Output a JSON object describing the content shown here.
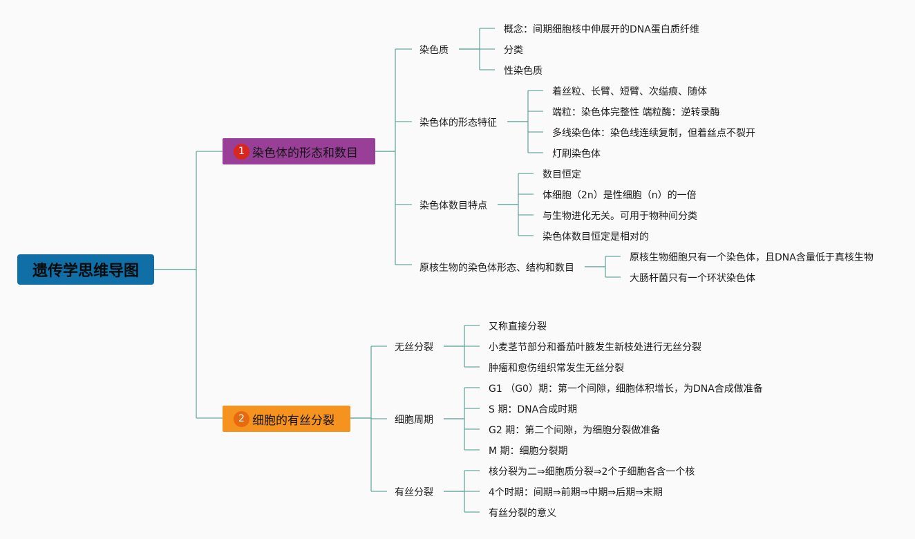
{
  "root": {
    "title": "遗传学思维导图"
  },
  "branch1": {
    "num": "1",
    "title": "染色体的形态和数目",
    "children": [
      {
        "label": "染色质",
        "leaves": [
          "概念：间期细胞核中伸展开的DNA蛋白质纤维",
          "分类",
          "性染色质"
        ]
      },
      {
        "label": "染色体的形态特征",
        "leaves": [
          "着丝粒、长臂、短臂、次缢痕、随体",
          "端粒：染色体完整性 端粒酶：逆转录酶",
          "多线染色体：染色线连续复制，但着丝点不裂开",
          "灯刷染色体"
        ]
      },
      {
        "label": "染色体数目特点",
        "leaves": [
          "数目恒定",
          "体细胞（2n）是性细胞（n）的一倍",
          "与生物进化无关。可用于物种间分类",
          "染色体数目恒定是相对的"
        ]
      },
      {
        "label": "原核生物的染色体形态、结构和数目",
        "leaves": [
          "原核生物细胞只有一个染色体，且DNA含量低于真核生物",
          "大肠杆菌只有一个环状染色体"
        ]
      }
    ]
  },
  "branch2": {
    "num": "2",
    "title": "细胞的有丝分裂",
    "children": [
      {
        "label": "无丝分裂",
        "leaves": [
          "又称直接分裂",
          "小麦茎节部分和番茄叶腋发生新枝处进行无丝分裂",
          "肿瘤和愈伤组织常发生无丝分裂"
        ]
      },
      {
        "label": "细胞周期",
        "leaves": [
          "G1 （G0）期：第一个间隙，细胞体积增长，为DNA合成做准备",
          "S 期：DNA合成时期",
          "G2 期：第二个间隙，为细胞分裂做准备",
          "M 期：细胞分裂期"
        ]
      },
      {
        "label": "有丝分裂",
        "leaves": [
          "核分裂为二⇒细胞质分裂⇒2个子细胞各含一个核",
          "4个时期：间期⇒前期⇒中期⇒后期⇒末期",
          "有丝分裂的意义"
        ]
      }
    ]
  },
  "colors": {
    "root": "#0f6fa6",
    "branch1": "#9a3f98",
    "branch2": "#f6921e",
    "line": "#6aa8a0"
  }
}
